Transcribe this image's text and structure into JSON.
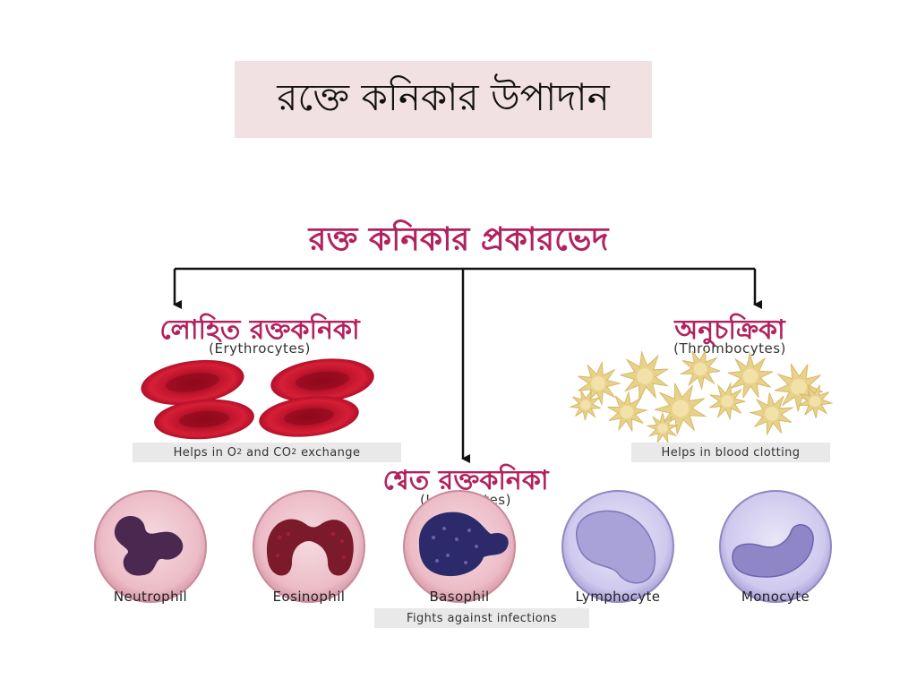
{
  "slide_title": "রক্তে কনিকার  উপাদান",
  "diagram": {
    "heading": "রক্ত কনিকার প্রকারভেদ",
    "rbc": {
      "label_bn": "লোহিত রক্তকনিকা",
      "label_en": "(Erythrocytes)",
      "caption_pre": "Helps in O",
      "caption_mid": "and CO",
      "caption_post": "exchange",
      "caption_sub": "2"
    },
    "platelets": {
      "label_bn": "অনুচক্রিকা",
      "label_en": "(Thrombocytes)",
      "caption": "Helps in blood clotting"
    },
    "wbc": {
      "label_bn": "শ্বেত রক্তকনিকা",
      "label_en": "(Leukocytes)",
      "caption": "Fights against infections",
      "types": [
        "Neutrophil",
        "Eosinophil",
        "Basophil",
        "Lymphocyte",
        "Monocyte"
      ]
    }
  },
  "colors": {
    "label_magenta": "#b1225f",
    "rbc_red": "#c8102e",
    "platelet_yellow": "#e8d28a",
    "title_box": "#f2e1e2"
  }
}
